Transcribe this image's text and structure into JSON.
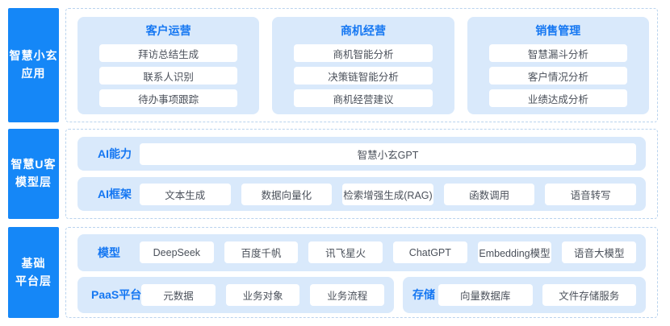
{
  "colors": {
    "accent_blue": "#1587F7",
    "group_bg": "#D9E9FB",
    "title_text": "#1577F2",
    "chip_text": "#4A505A",
    "chip_bg": "#FFFFFF",
    "panel_dashed_border": "#B9D3EE"
  },
  "layers": {
    "app": {
      "label_line1": "智慧小玄",
      "label_line2": "应用",
      "columns": [
        {
          "title": "客户运营",
          "items": [
            "拜访总结生成",
            "联系人识别",
            "待办事项跟踪"
          ]
        },
        {
          "title": "商机经营",
          "items": [
            "商机智能分析",
            "决策链智能分析",
            "商机经营建议"
          ]
        },
        {
          "title": "销售管理",
          "items": [
            "智慧漏斗分析",
            "客户情况分析",
            "业绩达成分析"
          ]
        }
      ]
    },
    "model": {
      "label_line1": "智慧U客",
      "label_line2": "模型层",
      "capability": {
        "title": "AI能力",
        "item": "智慧小玄GPT"
      },
      "framework": {
        "title": "AI框架",
        "items": [
          "文本生成",
          "数据向量化",
          "检索增强生成(RAG)",
          "函数调用",
          "语音转写"
        ]
      }
    },
    "platform": {
      "label_line1": "基础",
      "label_line2": "平台层",
      "models": {
        "title": "模型",
        "items": [
          "DeepSeek",
          "百度千帆",
          "讯飞星火",
          "ChatGPT",
          "Embedding模型",
          "语音大模型"
        ]
      },
      "paas": {
        "title": "PaaS平台",
        "items": [
          "元数据",
          "业务对象",
          "业务流程"
        ]
      },
      "storage": {
        "title": "存储",
        "items": [
          "向量数据库",
          "文件存储服务"
        ]
      }
    }
  }
}
